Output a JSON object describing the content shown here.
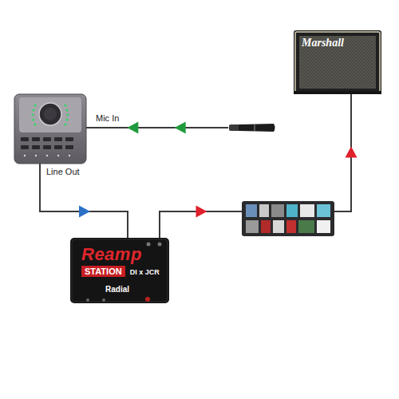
{
  "diagram": {
    "nodes": [
      {
        "text": [
          "Marshall"
        ]
      },
      {
        "text": []
      },
      {
        "text": []
      },
      {
        "text": []
      },
      {
        "text": [
          "Reamp",
          "STATION",
          "DI x JCR",
          "Radial"
        ]
      }
    ],
    "edges": [
      {
        "from": 2,
        "to": 1,
        "label": "Mic In",
        "arrow": "to"
      },
      {
        "from": 1,
        "to": 4,
        "label": "Line Out",
        "arrow": "to"
      },
      {
        "from": 4,
        "to": 3,
        "arrow": "to"
      },
      {
        "from": 3,
        "to": 0,
        "arrow": "to"
      }
    ]
  }
}
